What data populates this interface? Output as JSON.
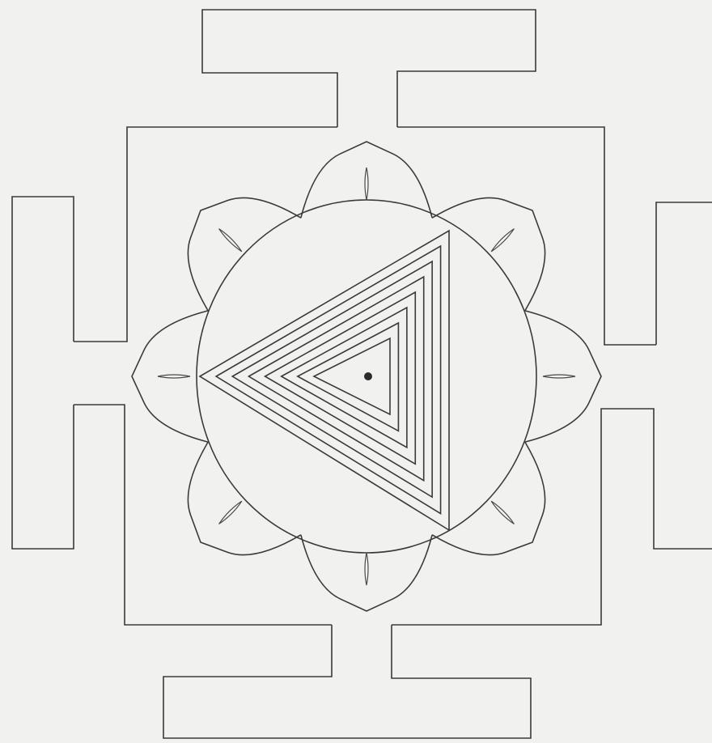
{
  "figure": {
    "subject": "",
    "colors": {
      "background": "#f1f1f0",
      "line": "#3a3a3a",
      "bindu": "#2b2b2b"
    },
    "components": {
      "outer_square": "bhupura-gated-square",
      "lotus_petals": 8,
      "central_circle": 1,
      "nested_triangles": 8,
      "bindu": 1
    }
  }
}
